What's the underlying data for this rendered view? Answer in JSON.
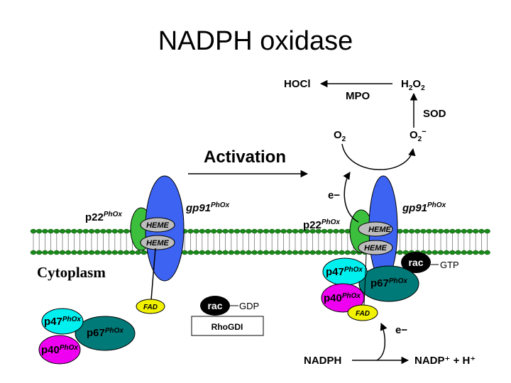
{
  "title": "NADPH oxidase",
  "region": "Cytoplasm",
  "activation": "Activation",
  "proteins": {
    "gp91": "gp91",
    "gp91_sup": "PhOx",
    "p22": "p22",
    "p22_sup": "PhOx",
    "p47": "p47",
    "p47_sup": "PhOx",
    "p67": "p67",
    "p67_sup": "PhOx",
    "p40": "p40",
    "p40_sup": "PhOx",
    "heme": "HEME",
    "fad": "FAD",
    "rac": "rac",
    "gdp": "GDP",
    "gtp": "GTP",
    "rhogdi": "RhoGDI"
  },
  "reaction": {
    "hocl": "HOCl",
    "mpo": "MPO",
    "h2o2_a": "H",
    "h2o2_b": "2",
    "h2o2_c": "O",
    "h2o2_d": "2",
    "sod": "SOD",
    "o2_a": "O",
    "o2_b": "2",
    "o2m_a": "O",
    "o2m_b": "2",
    "o2m_c": "−",
    "e_top": "e−",
    "e_bottom": "e−",
    "nadph": "NADPH",
    "nadp": "NADP⁺ + H⁺"
  },
  "colors": {
    "gp91": "#3d63f2",
    "p22": "#3cbf3c",
    "heme": "#bdbdbd",
    "fad": "#f2f200",
    "p47": "#00f0f0",
    "p67": "#007a78",
    "p40": "#f000f0",
    "rac": "#000000",
    "membrane": "#1a8a1a"
  }
}
